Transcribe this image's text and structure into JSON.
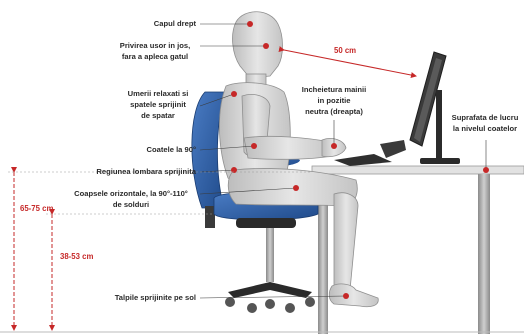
{
  "labels": {
    "head": "Capul drept",
    "gaze_1": "Privirea usor in jos,",
    "gaze_2": "fara a apleca gatul",
    "shoulders_1": "Umerii relaxati si",
    "shoulders_2": "spatele sprijinit",
    "shoulders_3": "de spatar",
    "elbows": "Coatele la 90°",
    "lumbar": "Regiunea lombara sprijinita",
    "thighs_1": "Coapsele orizontale, la 90°-110°",
    "thighs_2": "de solduri",
    "feet": "Talpile sprijinite pe sol",
    "wrist_1": "Incheietura mainii",
    "wrist_2": "in pozitie",
    "wrist_3": "neutra (dreapta)",
    "desk_1": "Suprafata de lucru",
    "desk_2": "la nivelul coatelor"
  },
  "measurements": {
    "screen_distance": "50 cm",
    "desk_height": "65-75 cm",
    "seat_height": "38-53 cm"
  },
  "colors": {
    "accent": "#c62828",
    "chair_blue": "#2f5fa6",
    "body_gray": "#d7d7d7",
    "label_text": "#2a2a2a"
  },
  "icons": {
    "marker": "red-dot-icon"
  }
}
